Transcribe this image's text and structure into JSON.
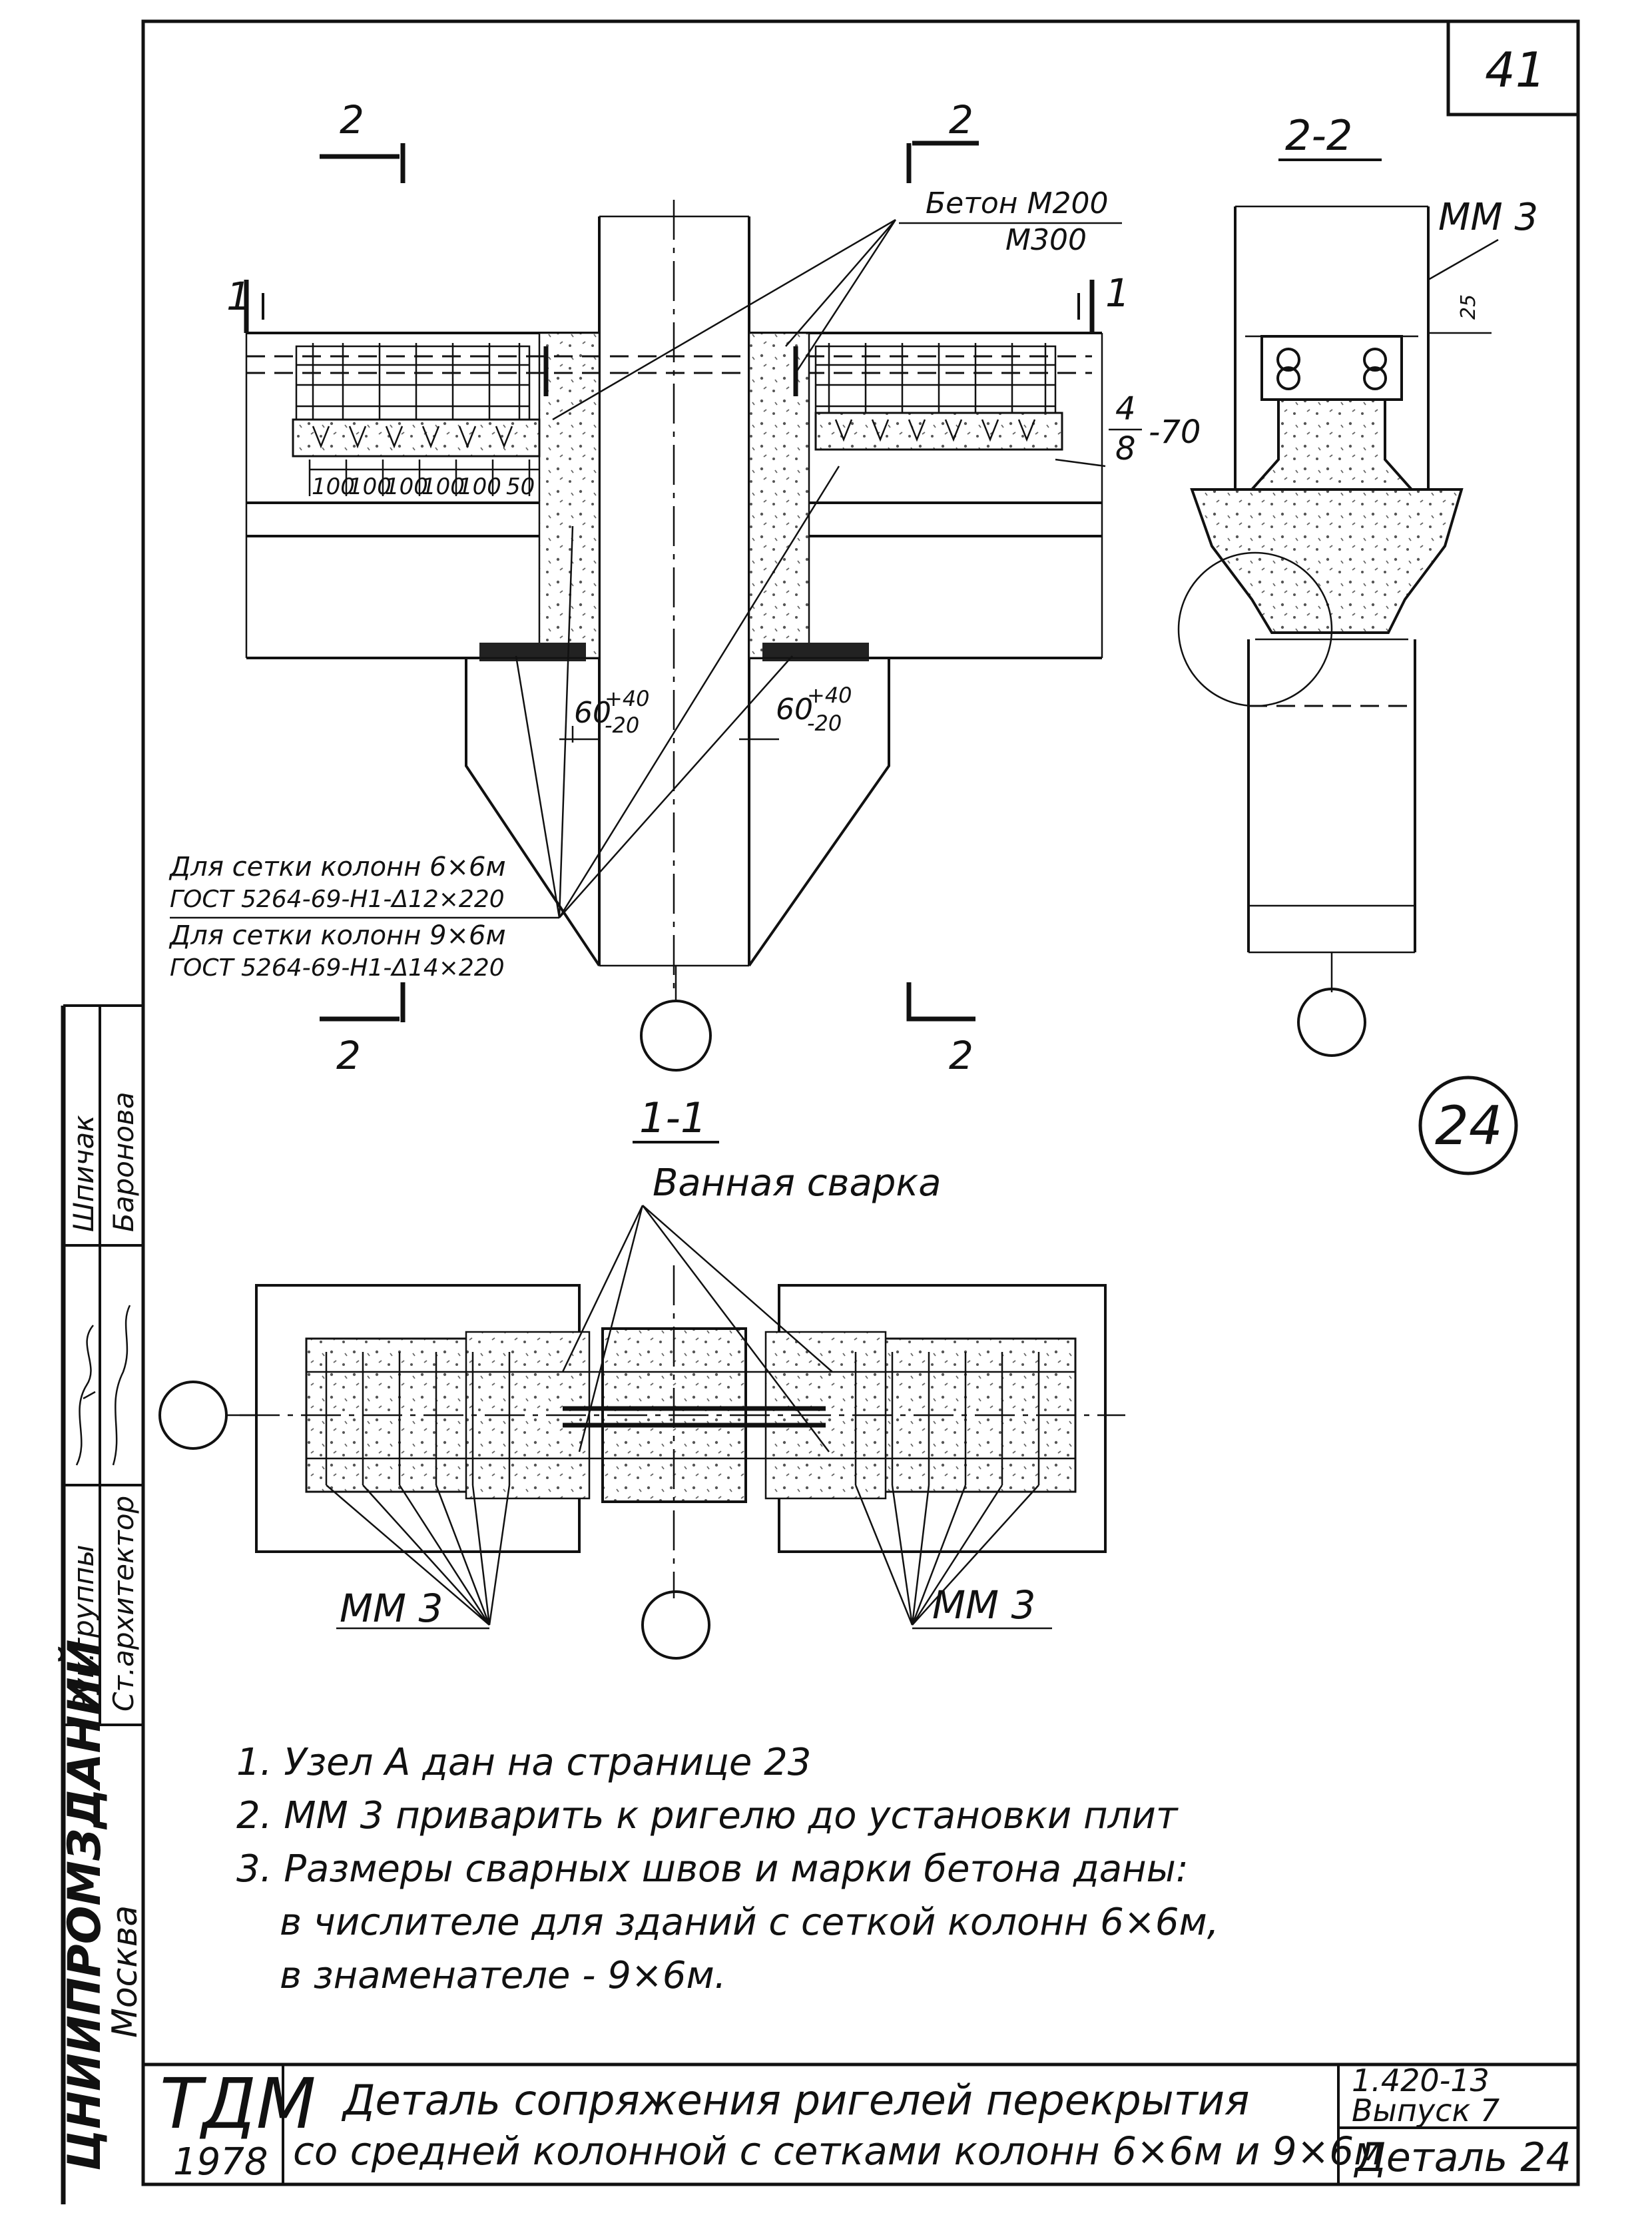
{
  "sheet": {
    "page_number": "41",
    "detail_badge": "24"
  },
  "section_2_2": {
    "title": "2-2",
    "weld_mark": "MM 3",
    "dim_25": "25"
  },
  "elevation": {
    "cut_marks": {
      "cut2": "2",
      "cut1": "1"
    },
    "concrete_label_top": "Бетон М200",
    "concrete_label_bottom": "М300",
    "weld_fraction_top": "4",
    "weld_fraction_bottom": "8",
    "weld_length": "-70",
    "spacing_dims": [
      "100",
      "100",
      "100",
      "100",
      "100",
      "50"
    ],
    "gap_left_base": "60",
    "gap_left_up": "+40",
    "gap_left_down": "-20",
    "gap_right_base": "60",
    "gap_right_up": "+40",
    "gap_right_down": "-20",
    "mesh_6x6_line1": "Для сетки колонн 6×6м",
    "mesh_6x6_line2": "ГОСТ 5264-69-Н1-Δ12×220",
    "mesh_9x6_line1": "Для сетки колонн 9×6м",
    "mesh_9x6_line2": "ГОСТ 5264-69-Н1-Δ14×220"
  },
  "section_1_1": {
    "title": "1-1",
    "bath_welding": "Ванная сварка",
    "weld_mark_left": "ММ 3",
    "weld_mark_right": "ММ 3"
  },
  "notes": [
    "1. Узел А дан на странице 23",
    "2. ММ 3 приварить к ригелю до установки плит",
    "3. Размеры сварных швов и марки бетона даны:",
    "в числителе для зданий с сеткой колонн 6×6м,",
    "в знаменателе - 9×6м."
  ],
  "side_stamp": {
    "org_name": "ЦНИИПРОМЗДАНИЙ",
    "city": "Москва",
    "role_1": "Рук.группы",
    "role_2": "Ст.архитектор",
    "name_1": "Шпичак",
    "name_2": "Баронова"
  },
  "title_block": {
    "org": "ТДМ",
    "year": "1978",
    "title_line1": "Деталь сопряжения ригелей перекрытия",
    "title_line2": "со средней колонной с сетками колонн 6×6м и 9×6м",
    "series": "1.420-13",
    "issue": "Выпуск 7",
    "detail": "Деталь 24"
  }
}
